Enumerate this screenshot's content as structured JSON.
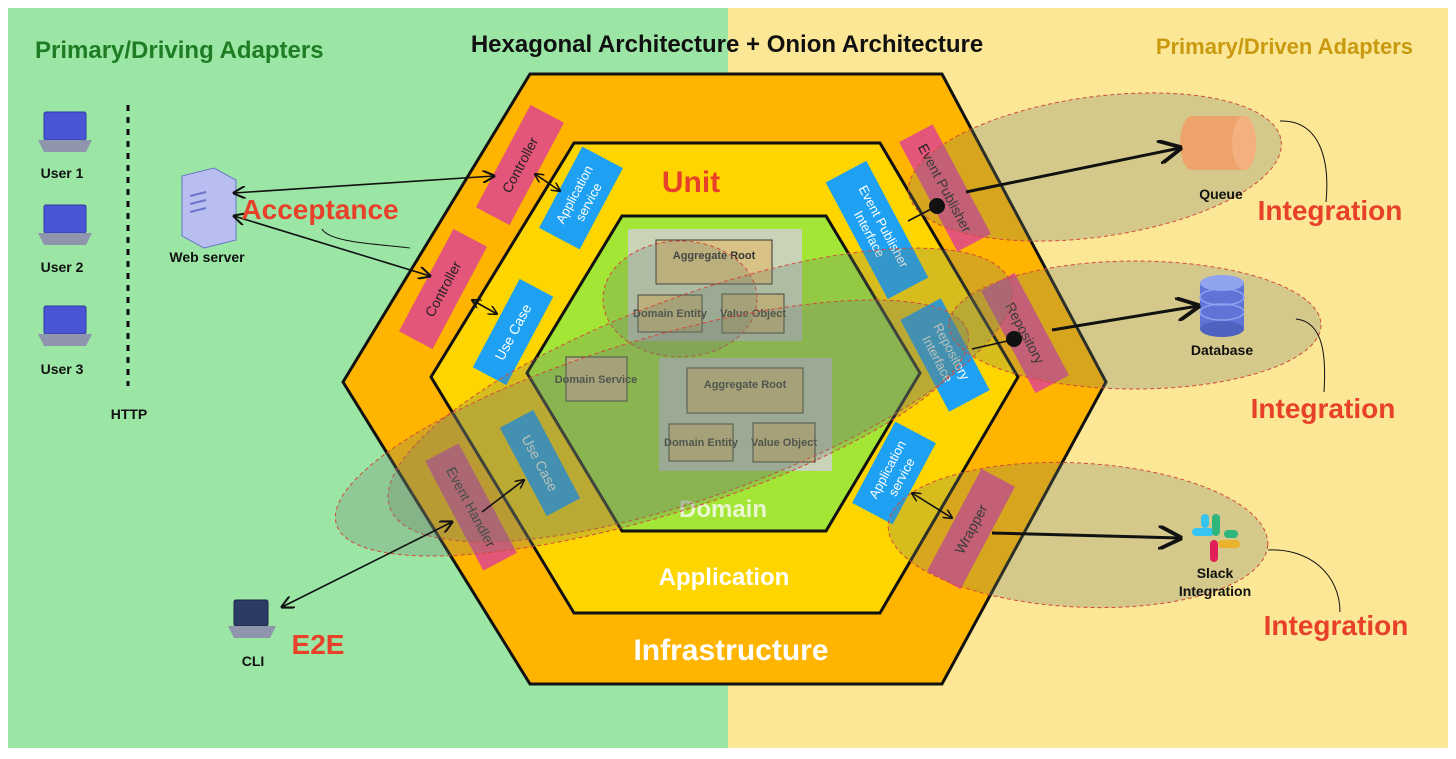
{
  "title": "Hexagonal Architecture + Onion Architecture",
  "left_header": "Primary/Driving Adapters",
  "right_header": "Primary/Driven Adapters",
  "users": [
    "User 1",
    "User 2",
    "User 3"
  ],
  "http_label": "HTTP",
  "web_server_label": "Web server",
  "cli_label": "CLI",
  "layers": {
    "infrastructure": "Infrastructure",
    "application": "Application",
    "domain": "Domain"
  },
  "adapters": {
    "controller_top": "Controller",
    "controller_mid": "Controller",
    "event_handler": "Event Handler",
    "event_publisher": "Event Publisher",
    "repository": "Repository",
    "wrapper": "Wrapper"
  },
  "ports": {
    "application_service_top": "Application service",
    "use_case_mid": "Use Case",
    "use_case_bottom": "Use Case",
    "event_publisher_interface": "Event Publisher Interface",
    "repository_interface": "Repository Interface",
    "application_service_bottom": "Application service"
  },
  "domain_blocks": {
    "aggregate_root": "Aggregate Root",
    "domain_entity": "Domain Entity",
    "value_object": "Value Object",
    "domain_service": "Domain Service"
  },
  "test_labels": {
    "unit": "Unit",
    "acceptance": "Acceptance",
    "e2e": "E2E",
    "integration": "Integration"
  },
  "external": {
    "queue": "Queue",
    "database": "Database",
    "slack": "Slack Integration"
  },
  "colors": {
    "left_bg": "#9be6a5",
    "right_bg": "#fbe796",
    "outer_hex": "#ffb400",
    "middle_hex": "#ffd500",
    "domain_hex": "#a3e635",
    "adapter": "#e4557a",
    "port": "#1ea1f2",
    "test_red": "#e8412a"
  }
}
